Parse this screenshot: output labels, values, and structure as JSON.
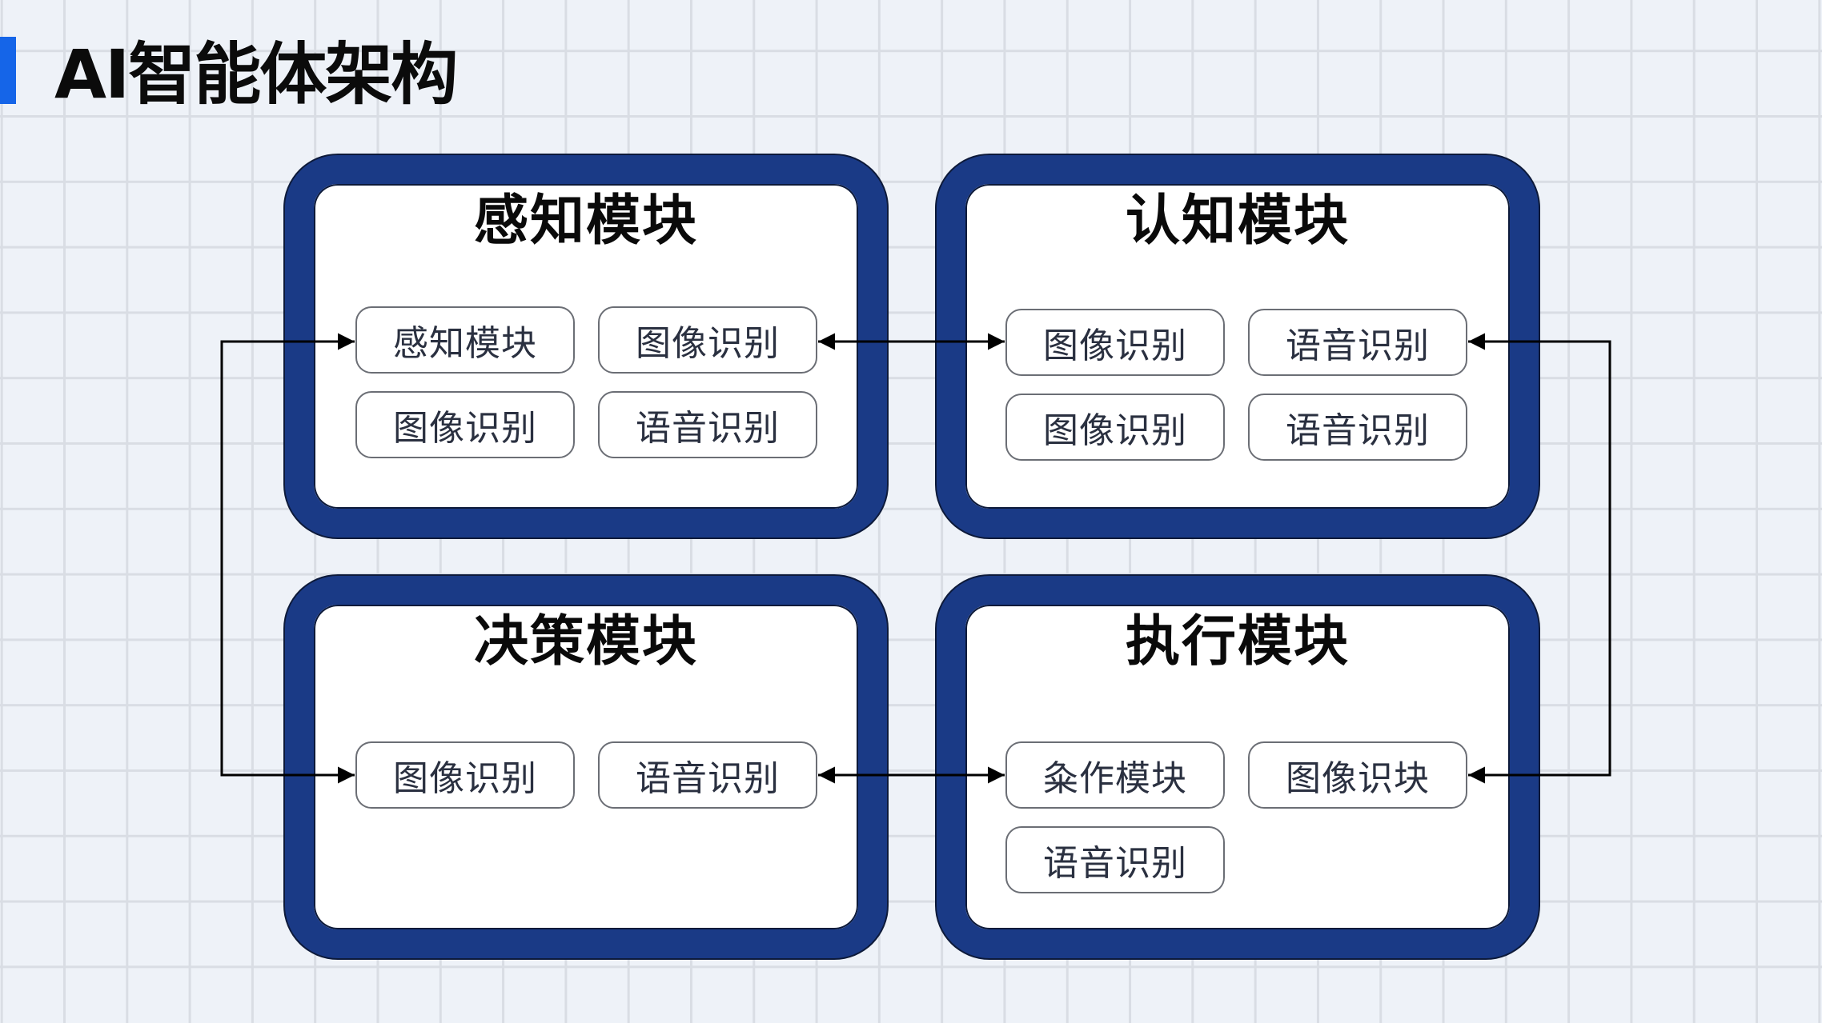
{
  "page": {
    "title": "AI智能体架构",
    "accent_color": "#1565e8",
    "module_border_color": "#1a3a86"
  },
  "modules": {
    "perception": {
      "title": "感知模块",
      "chips": [
        "感知模块",
        "图像识别",
        "图像识别",
        "语音识别"
      ]
    },
    "cognition": {
      "title": "认知模块",
      "chips": [
        "图像识别",
        "语音识别",
        "图像识别",
        "语音识别"
      ]
    },
    "decision": {
      "title": "决策模块",
      "chips": [
        "图像识别",
        "语音识别"
      ]
    },
    "execution": {
      "title": "执行模块",
      "chips": [
        "粂作模块",
        "图像识块",
        "语音识别"
      ]
    }
  },
  "connections": [
    {
      "from": "perception.chips.1",
      "to": "cognition.chips.0",
      "type": "bidirectional"
    },
    {
      "from": "decision.chips.1",
      "to": "execution.chips.0",
      "type": "bidirectional"
    },
    {
      "from": "decision.chips.0",
      "to": "perception.chips.0",
      "type": "loop-left",
      "arrows": "both-ends-into-chips"
    },
    {
      "from": "execution.chips.1",
      "to": "cognition.chips.1",
      "type": "loop-right",
      "arrows": "both-ends-into-chips"
    }
  ]
}
